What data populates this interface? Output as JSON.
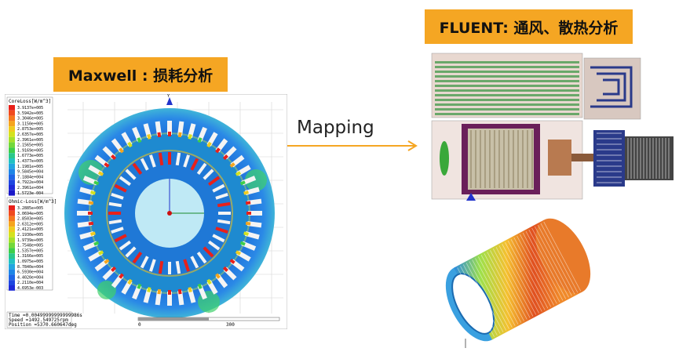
{
  "maxwell": {
    "label": "Maxwell : 损耗分析",
    "core_legend": {
      "title": "CoreLoss[W/m^3]",
      "values": [
        "3.9137e+005",
        "3.5942e+005",
        "3.3046e+005",
        "3.1150e+005",
        "2.8753e+005",
        "2.6357e+005",
        "2.3961e+005",
        "2.1565e+005",
        "1.9169e+005",
        "1.6773e+005",
        "1.4377e+005",
        "1.1981e+005",
        "9.5845e+004",
        "7.1884e+004",
        "4.7922e+004",
        "2.3961e+004",
        "1.5723e-004"
      ]
    },
    "ohmic_legend": {
      "title": "Ohmic-Loss[W/m^3]",
      "values": [
        "3.2885e+005",
        "3.0694e+005",
        "2.8503e+005",
        "2.6312e+005",
        "2.4121e+005",
        "2.1930e+005",
        "1.9739e+005",
        "1.7548e+005",
        "1.5357e+005",
        "1.3166e+005",
        "1.0975e+005",
        "8.7840e+004",
        "6.5930e+004",
        "4.4020e+004",
        "2.2110e+004",
        "4.6953e-003"
      ]
    },
    "status": {
      "time": "Time    =0.00499999999999986s",
      "speed": "Speed   =1492.549725rpm",
      "position": "Position =5370.660647deg"
    },
    "scale": {
      "start": "0",
      "end": "300"
    },
    "axis_label": "Y"
  },
  "mapping": {
    "label": "Mapping"
  },
  "fluent": {
    "label": "FLUENT: 通风、散热分析"
  },
  "colors": {
    "label_bg": "#f5a623",
    "arrow": "#f5a623",
    "stator": "#1e6fd9",
    "rotor_hub": "#bfe9f5"
  }
}
